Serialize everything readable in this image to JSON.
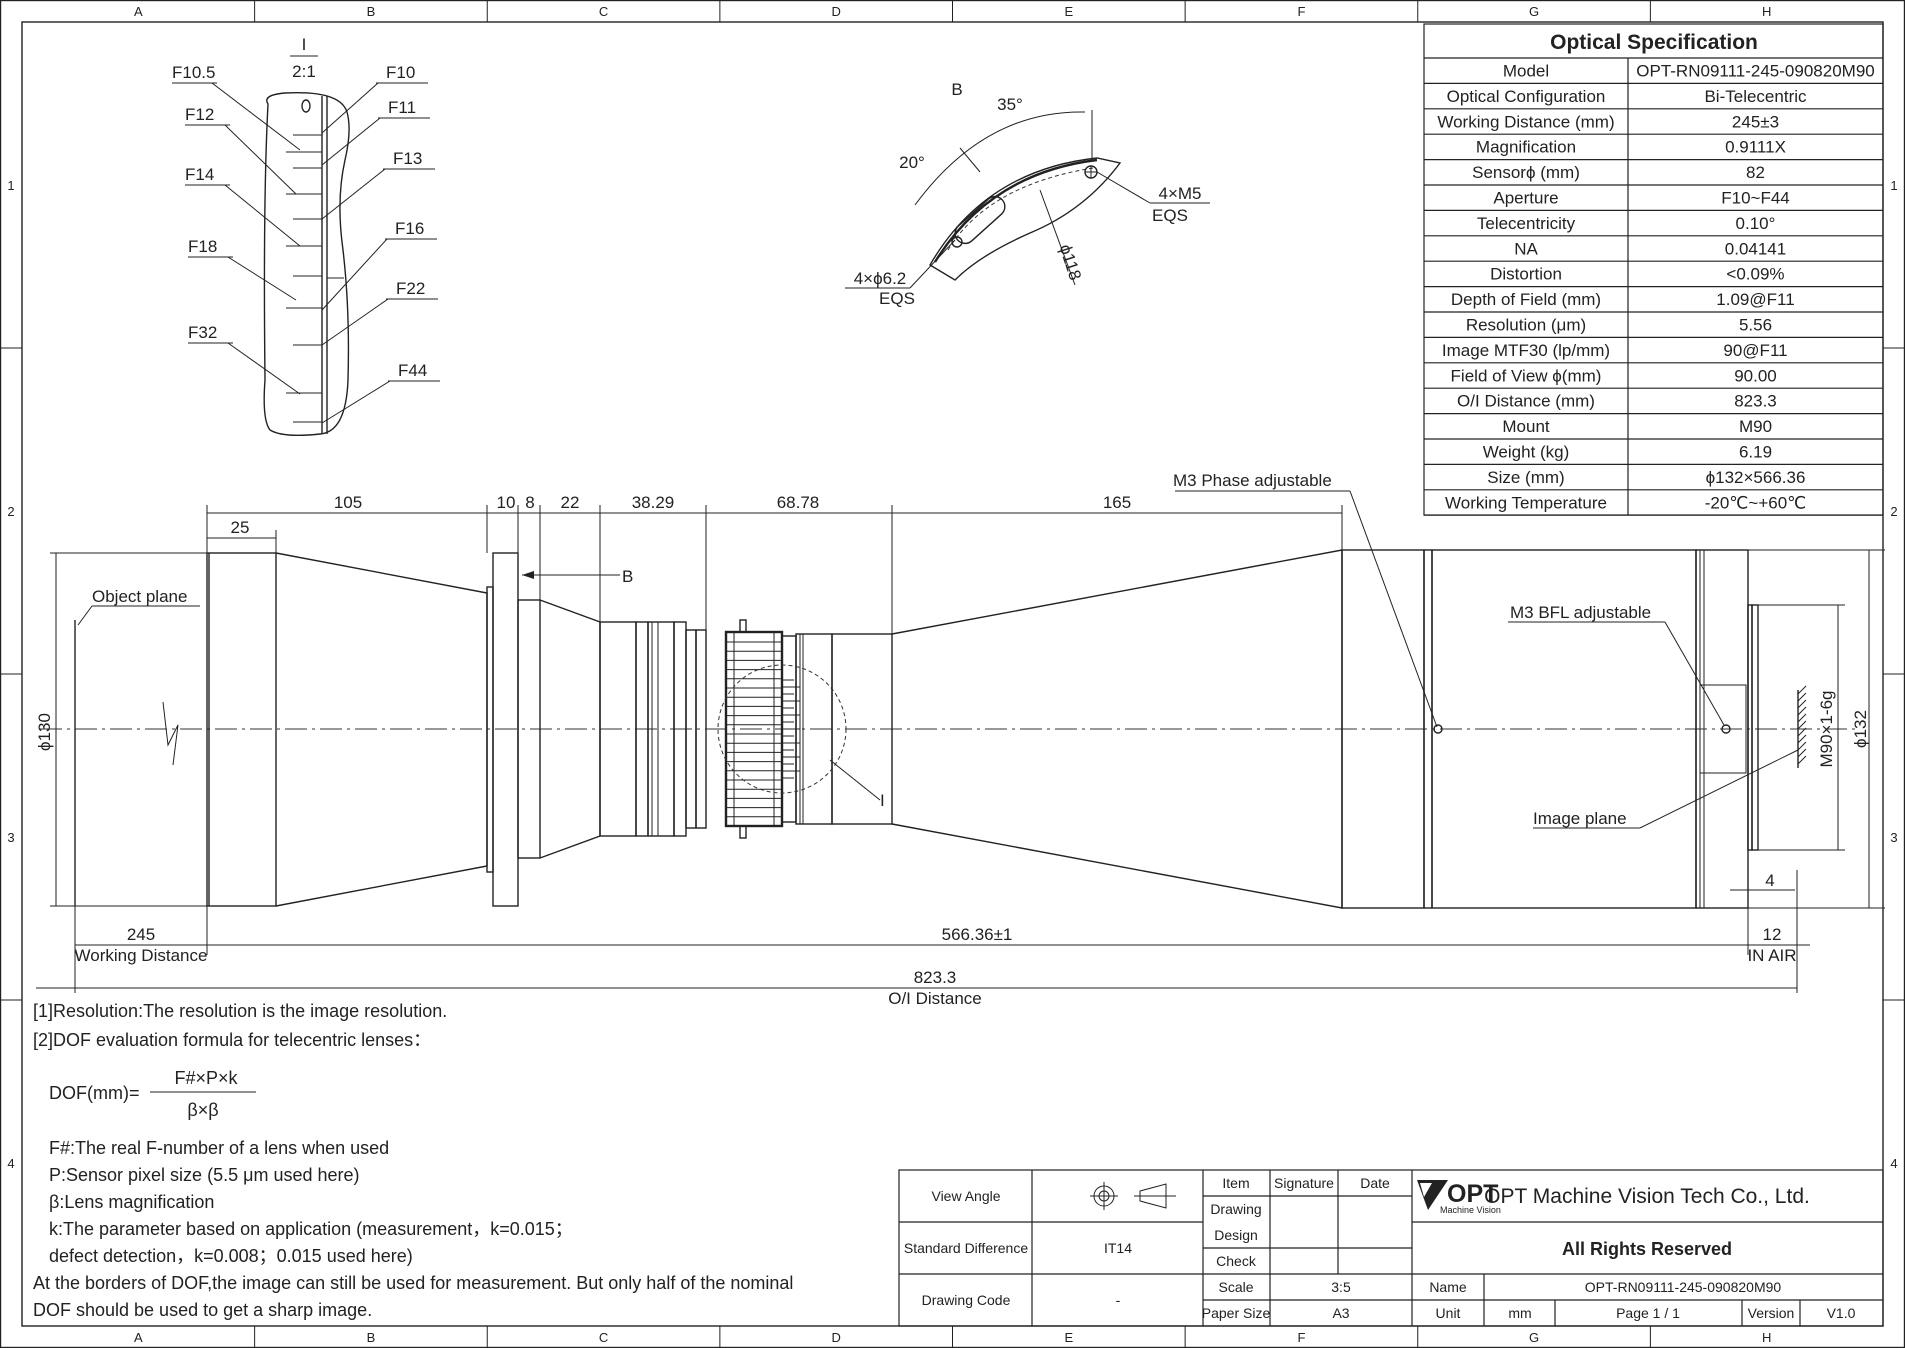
{
  "grid": {
    "cols": [
      "A",
      "B",
      "C",
      "D",
      "E",
      "F",
      "G",
      "H"
    ],
    "rows": [
      "1",
      "2",
      "3",
      "4"
    ]
  },
  "spec": {
    "title": "Optical Specification",
    "rows": [
      {
        "k": "Model",
        "v": "OPT-RN09111-245-090820M90"
      },
      {
        "k": "Optical Configuration",
        "v": "Bi-Telecentric"
      },
      {
        "k": "Working Distance (mm)",
        "v": "245±3"
      },
      {
        "k": "Magnification",
        "v": "0.9111X"
      },
      {
        "k": "Sensorϕ (mm)",
        "v": "82"
      },
      {
        "k": "Aperture",
        "v": "F10~F44"
      },
      {
        "k": "Telecentricity",
        "v": "0.10°"
      },
      {
        "k": "NA",
        "v": "0.04141"
      },
      {
        "k": "Distortion",
        "v": "<0.09%"
      },
      {
        "k": "Depth of Field (mm)",
        "v": "1.09@F11"
      },
      {
        "k": "Resolution (μm)",
        "v": "5.56"
      },
      {
        "k": "Image MTF30 (lp/mm)",
        "v": "90@F11"
      },
      {
        "k": "Field of View ϕ(mm)",
        "v": "90.00"
      },
      {
        "k": "O/I Distance (mm)",
        "v": "823.3"
      },
      {
        "k": "Mount",
        "v": "M90"
      },
      {
        "k": "Weight (kg)",
        "v": "6.19"
      },
      {
        "k": "Size (mm)",
        "v": "ϕ132×566.36"
      },
      {
        "k": "Working Temperature",
        "v": "-20℃~+60℃"
      }
    ]
  },
  "detail": {
    "id": "I",
    "scale": "2:1",
    "left_stops": [
      "F10.5",
      "F12",
      "F14",
      "F18",
      "F32"
    ],
    "right_stops": [
      "F10",
      "F11",
      "F13",
      "F16",
      "F22",
      "F44"
    ]
  },
  "view_b": {
    "label": "B",
    "angle1": "35°",
    "angle2": "20°",
    "hole1": "4×M5",
    "hole1b": "EQS",
    "hole2": "4×ϕ6.2",
    "hole2b": "EQS",
    "dia": "ϕ118"
  },
  "dims": {
    "d105": "105",
    "d25": "25",
    "d10": "10",
    "d8": "8",
    "d22": "22",
    "d3829": "38.29",
    "d6878": "68.78",
    "d165": "165",
    "d245": "245",
    "wd": "Working Distance",
    "d56636": "566.36±1",
    "d12": "12",
    "inair": "IN AIR",
    "d8233": "823.3",
    "oi": "O/I Distance",
    "d130": "ϕ130",
    "d132": "ϕ132",
    "m90": "M90×1-6g",
    "d4": "4",
    "objplane": "Object plane",
    "imgplane": "Image plane",
    "m3phase": "M3 Phase adjustable",
    "m3bfl": "M3 BFL adjustable",
    "viewB": "B",
    "detI": "I"
  },
  "notes": {
    "n1": "[1]Resolution:The resolution is  the image resolution.",
    "n2": "[2]DOF evaluation formula for telecentric lenses：",
    "dof_lhs": "DOF(mm)=",
    "dof_num": "F#×P×k",
    "dof_den": "β×β",
    "l1": "F#:The real F-number of a lens when used",
    "l2": "P:Sensor pixel size (5.5 μm used here)",
    "l3": "β:Lens magnification",
    "l4": "k:The parameter based on application (measurement，k=0.015；",
    "l5": "defect detection，k=0.008；0.015 used here)",
    "l6": "At the borders of DOF,the image can still be used for measurement. But only half of the nominal",
    "l7": "DOF should be used to get a sharp image."
  },
  "title_block": {
    "view_angle": "View Angle",
    "std_diff": "Standard Difference",
    "std_val": "IT14",
    "drawing_code": "Drawing Code",
    "drawing_code_val": "-",
    "item": "Item",
    "signature": "Signature",
    "date": "Date",
    "drawing": "Drawing",
    "design": "Design",
    "check": "Check",
    "scale": "Scale",
    "scale_val": "3:5",
    "paper": "Paper Size",
    "paper_val": "A3",
    "brand": "OPT",
    "brand_sub": "Machine Vision",
    "company": "OPT Machine Vision Tech Co., Ltd.",
    "rights": "All Rights Reserved",
    "name": "Name",
    "name_val": "OPT-RN09111-245-090820M90",
    "unit": "Unit",
    "unit_val": "mm",
    "page": "Page  1 / 1",
    "version": "Version",
    "version_val": "V1.0"
  }
}
